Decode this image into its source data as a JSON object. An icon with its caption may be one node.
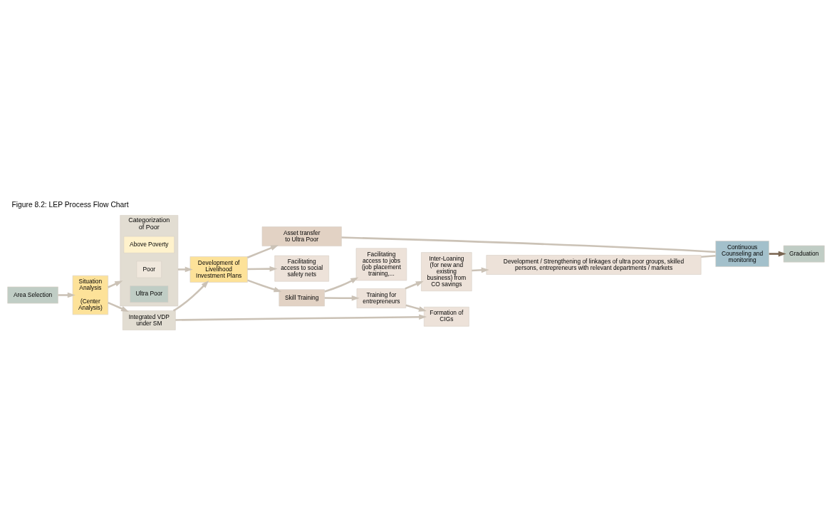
{
  "diagram": {
    "title": "Figure 8.2: LEP Process Flow Chart",
    "nodes": [
      {
        "text": [
          "Area Selection"
        ]
      },
      {
        "text": [
          "Situation Analysis",
          "(Center Analysis)"
        ]
      },
      {
        "text": [
          "Categorization of Poor"
        ]
      },
      {
        "text": [
          "Above Poverty"
        ],
        "in": 2
      },
      {
        "text": [
          "Poor"
        ],
        "in": 2
      },
      {
        "text": [
          "Ultra Poor"
        ],
        "in": 2
      },
      {
        "text": [
          "Integrated VDP under SM"
        ]
      },
      {
        "text": [
          "Development of Livelihood Investment Plans"
        ]
      },
      {
        "text": [
          "Asset transfer to Ultra Poor"
        ]
      },
      {
        "text": [
          "Facilitating access to social safety nets"
        ]
      },
      {
        "text": [
          "Skill Training"
        ]
      },
      {
        "text": [
          "Facilitating access to jobs (job placement training,..."
        ]
      },
      {
        "text": [
          "Training for entrepreneurs"
        ]
      },
      {
        "text": [
          "Formation of CIGs"
        ]
      },
      {
        "text": [
          "Inter-Loaning (for new and existing business) from CO savings"
        ]
      },
      {
        "text": [
          "Development / Strengthening of linkages of ultra poor groups, skilled persons, entrepreneurs with relevant departments / markets"
        ]
      },
      {
        "text": [
          "Continuous Counseling and monitoring"
        ]
      },
      {
        "text": [
          "Graduation"
        ]
      }
    ],
    "edges": [
      {
        "from": 0,
        "to": 1,
        "arrow": "to"
      },
      {
        "from": 1,
        "to": 2,
        "arrow": "to"
      },
      {
        "from": 1,
        "to": 6,
        "arrow": "to"
      },
      {
        "from": 2,
        "to": 7,
        "arrow": "to"
      },
      {
        "from": 6,
        "to": 7,
        "arrow": "to"
      },
      {
        "from": 6,
        "to": 13,
        "arrow": "to"
      },
      {
        "from": 7,
        "to": 8,
        "arrow": "to"
      },
      {
        "from": 7,
        "to": 9,
        "arrow": "to"
      },
      {
        "from": 7,
        "to": 10,
        "arrow": "to"
      },
      {
        "from": 10,
        "to": 11,
        "arrow": "to"
      },
      {
        "from": 10,
        "to": 12,
        "arrow": "to"
      },
      {
        "from": 12,
        "to": 13,
        "arrow": "to"
      },
      {
        "from": 12,
        "to": 14,
        "arrow": "to"
      },
      {
        "from": 14,
        "to": 15,
        "arrow": "to"
      },
      {
        "from": 8,
        "to": 16,
        "arrow": "none"
      },
      {
        "from": 15,
        "to": 16,
        "arrow": "none"
      },
      {
        "from": 16,
        "to": 17,
        "arrow": "to",
        "color": "#7a6652"
      }
    ]
  }
}
